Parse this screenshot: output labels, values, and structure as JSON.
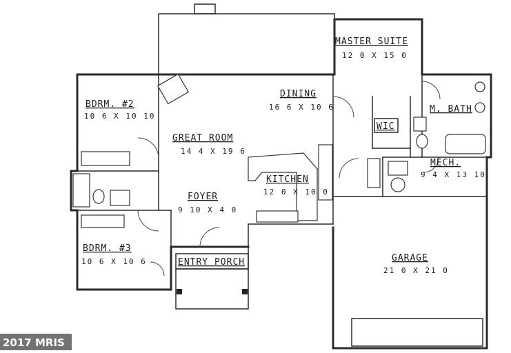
{
  "rooms": {
    "bdrm2": {
      "name": "BDRM. #2",
      "dims": "10 6 X 10 10"
    },
    "great_room": {
      "name": "GREAT ROOM",
      "dims": "14 4 X 19 6"
    },
    "dining": {
      "name": "DINING",
      "dims": "16 6 X 10 6"
    },
    "master_suite": {
      "name": "MASTER SUITE",
      "dims": "12 0 X 15 0"
    },
    "wic": {
      "name": "WIC"
    },
    "m_bath": {
      "name": "M. BATH"
    },
    "mech": {
      "name": "MECH.",
      "dims": "9 4 X 13 10"
    },
    "kitchen": {
      "name": "KITCHEN",
      "dims": "12 0 X 10 0"
    },
    "foyer": {
      "name": "FOYER",
      "dims": "9 10 X 4 0"
    },
    "bdrm3": {
      "name": "BDRM. #3",
      "dims": "10 6 X 10 6"
    },
    "entry_porch": {
      "name": "ENTRY PORCH"
    },
    "garage": {
      "name": "GARAGE",
      "dims": "21 0 X 21 0"
    }
  },
  "watermark": "2017 MRIS",
  "colors": {
    "line": "#2a2a2a",
    "paper": "#ffffff"
  }
}
